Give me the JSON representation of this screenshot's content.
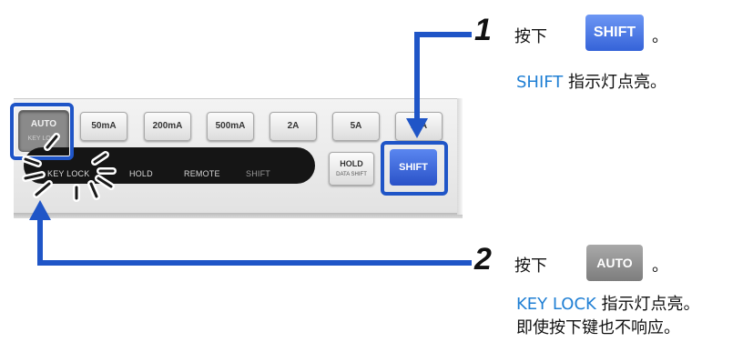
{
  "panel": {
    "range_keys": [
      "50mA",
      "200mA",
      "500mA",
      "2A",
      "5A",
      "10A"
    ],
    "auto_key": {
      "label": "AUTO",
      "sublabel": "KEY LOCK"
    },
    "indicators": {
      "key_lock": "KEY LOCK",
      "hold": "HOLD",
      "remote": "REMOTE",
      "shift": "SHIFT"
    },
    "hold_key": {
      "label": "HOLD",
      "sublabel": "DATA SHIFT"
    },
    "shift_key": {
      "label": "SHIFT"
    },
    "highlight_color": "#1f55c7"
  },
  "step1": {
    "number": "1",
    "action": "按下",
    "button_label": "SHIFT",
    "end_mark": "。",
    "result_keyword": "SHIFT",
    "result_text": " 指示灯点亮。"
  },
  "step2": {
    "number": "2",
    "action": "按下",
    "button_label": "AUTO",
    "end_mark": "。",
    "result_keyword": "KEY LOCK",
    "result_text": " 指示灯点亮。",
    "note": "即使按下键也不响应。"
  },
  "colors": {
    "accent_blue": "#1f7fd4",
    "arrow_blue": "#1f55c7"
  }
}
